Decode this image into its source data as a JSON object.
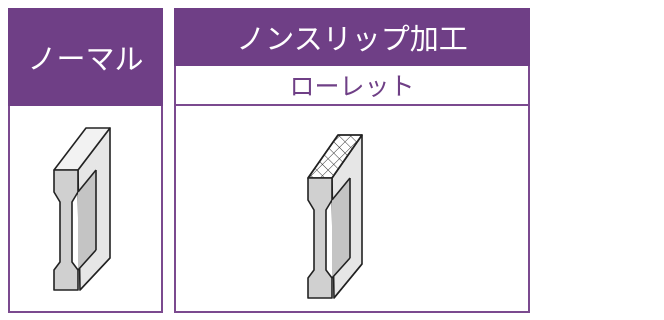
{
  "normal": {
    "label": "ノーマル",
    "illustration": "plain-rail-profile"
  },
  "nonslip": {
    "label": "ノンスリップ加工",
    "sublabel": "ローレット",
    "illustration": "knurled-rail-profile"
  },
  "colors": {
    "header_bg": "#6f3f86",
    "border": "#7b4a8f",
    "header_text": "#ffffff",
    "sublabel_text": "#6f3f86"
  }
}
